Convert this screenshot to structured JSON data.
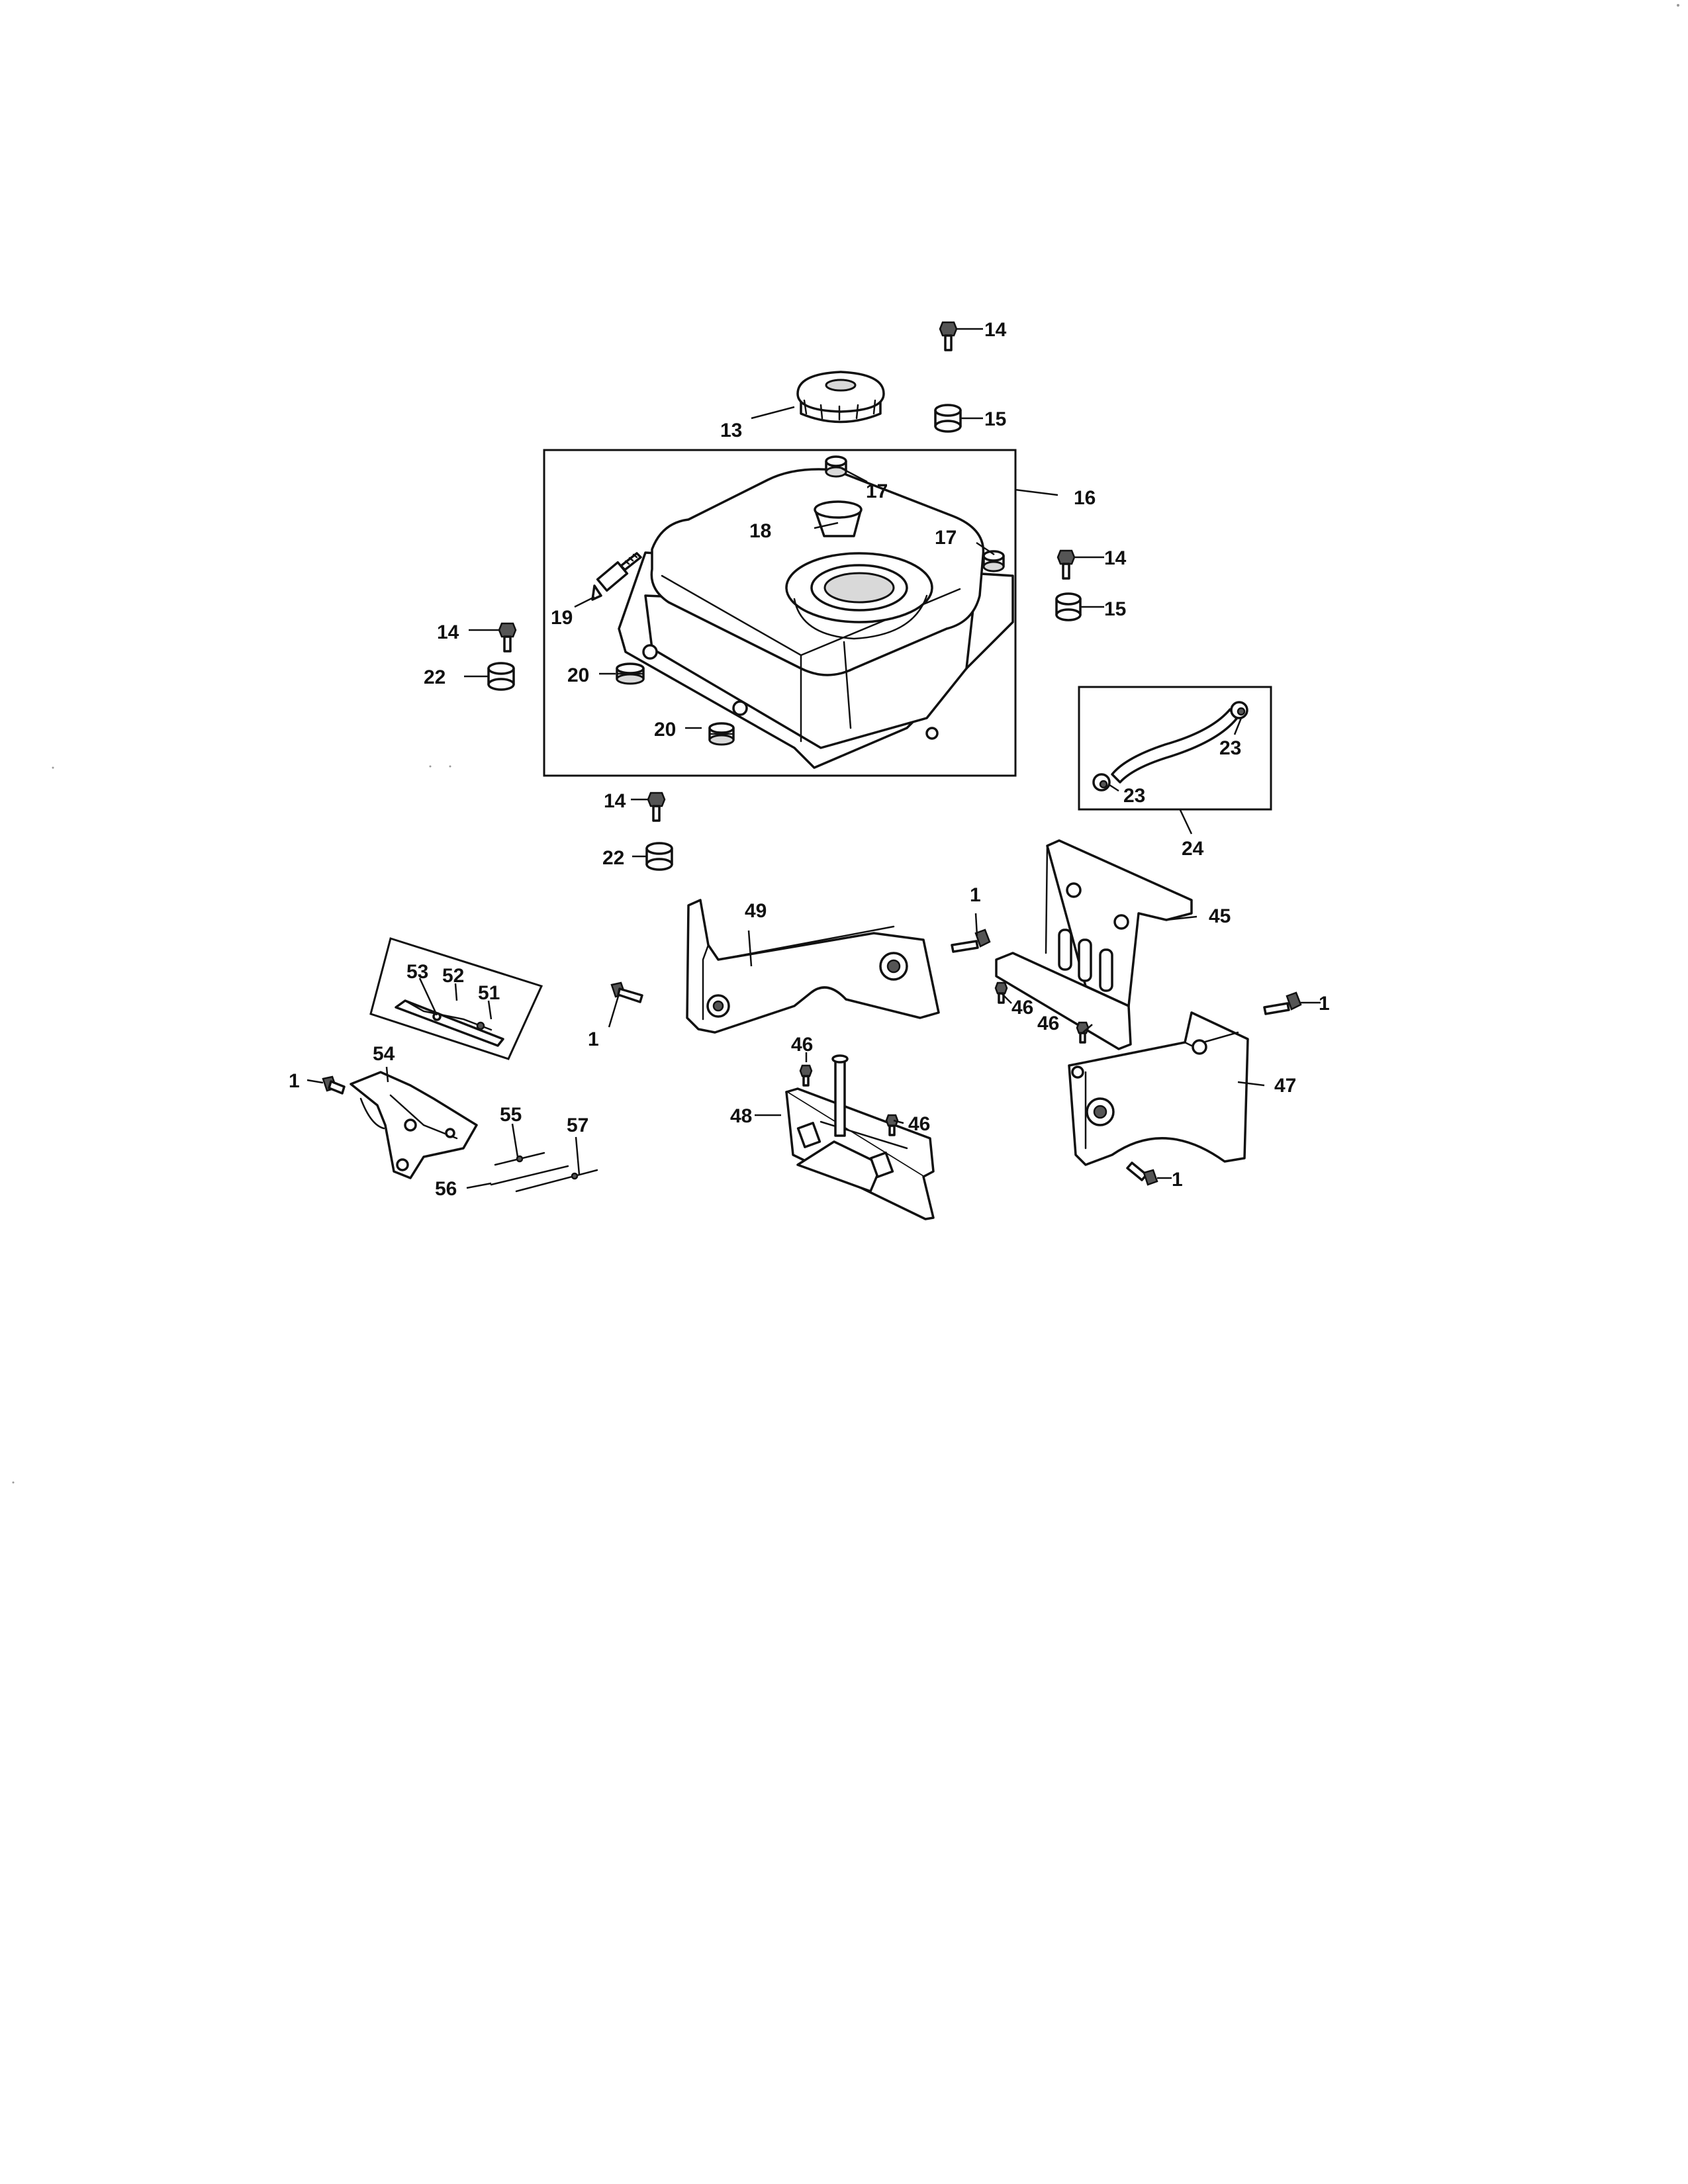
{
  "callouts": {
    "c1a": "1",
    "c1b": "1",
    "c1c": "1",
    "c1d": "1",
    "c1e": "1",
    "c13": "13",
    "c14a": "14",
    "c14b": "14",
    "c14c": "14",
    "c14d": "14",
    "c15a": "15",
    "c15b": "15",
    "c16": "16",
    "c17a": "17",
    "c17b": "17",
    "c18": "18",
    "c19": "19",
    "c20a": "20",
    "c20b": "20",
    "c22a": "22",
    "c22b": "22",
    "c23a": "23",
    "c23b": "23",
    "c24": "24",
    "c45": "45",
    "c46a": "46",
    "c46b": "46",
    "c46c": "46",
    "c46d": "46",
    "c47": "47",
    "c48": "48",
    "c49": "49",
    "c51": "51",
    "c52": "52",
    "c53": "53",
    "c54": "54",
    "c55": "55",
    "c56": "56",
    "c57": "57"
  }
}
